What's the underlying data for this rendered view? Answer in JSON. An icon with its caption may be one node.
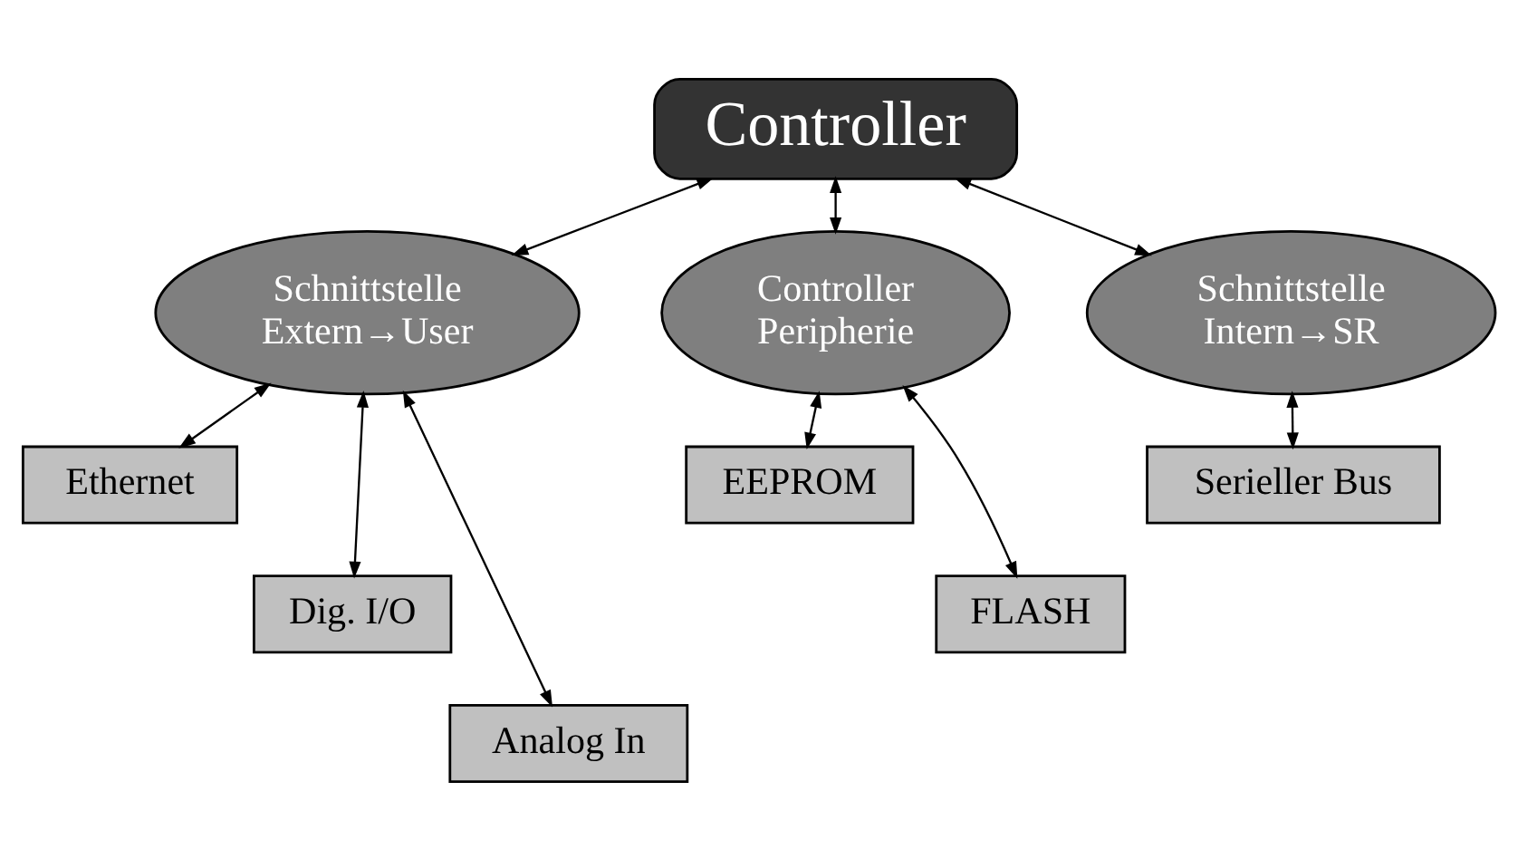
{
  "diagram": {
    "nodes": [
      {
        "text": [
          "Controller"
        ]
      },
      {
        "text": [
          "Schnittstelle Extern→User"
        ]
      },
      {
        "text": [
          "Controller Peripherie"
        ]
      },
      {
        "text": [
          "Schnittstelle Intern→SR"
        ]
      },
      {
        "text": [
          "Ethernet"
        ]
      },
      {
        "text": [
          "Dig. I/O"
        ]
      },
      {
        "text": [
          "Analog In"
        ]
      },
      {
        "text": [
          "EEPROM"
        ]
      },
      {
        "text": [
          "FLASH"
        ]
      },
      {
        "text": [
          "Serieller Bus"
        ]
      }
    ],
    "edges": [
      {
        "from": 0,
        "to": 1,
        "arrow": "both"
      },
      {
        "from": 0,
        "to": 2,
        "arrow": "both"
      },
      {
        "from": 0,
        "to": 3,
        "arrow": "both"
      },
      {
        "from": 1,
        "to": 4,
        "arrow": "both"
      },
      {
        "from": 1,
        "to": 5,
        "arrow": "both"
      },
      {
        "from": 1,
        "to": 6,
        "arrow": "both"
      },
      {
        "from": 2,
        "to": 7,
        "arrow": "both"
      },
      {
        "from": 2,
        "to": 8,
        "arrow": "both"
      },
      {
        "from": 3,
        "to": 9,
        "arrow": "both"
      }
    ]
  }
}
